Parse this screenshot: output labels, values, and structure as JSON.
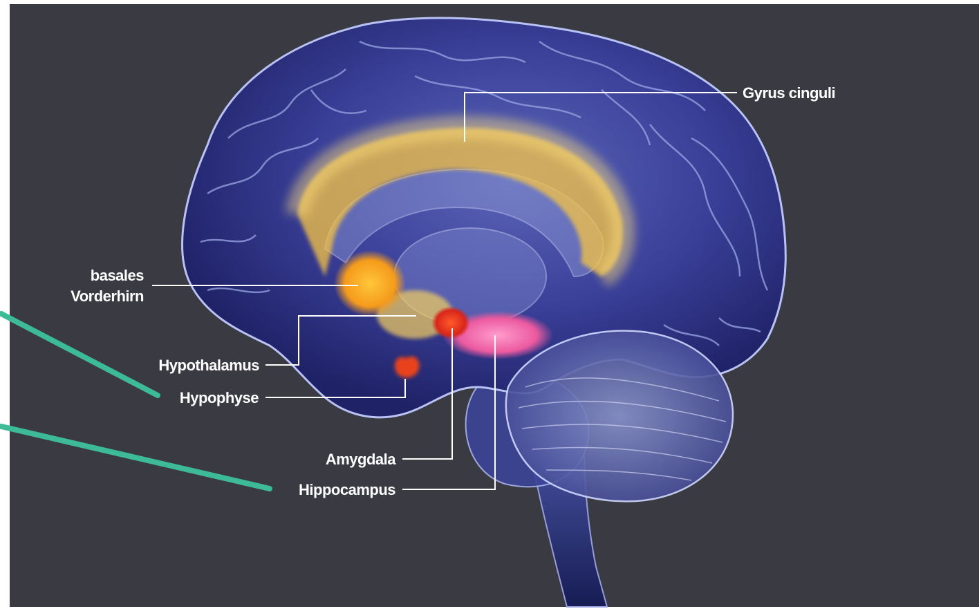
{
  "labels": {
    "gyrus_cinguli": "Gyrus cinguli",
    "basales_line1": "basales",
    "basales_line2": "Vorderhirn",
    "hypothalamus": "Hypothalamus",
    "hypophyse": "Hypophyse",
    "amygdala": "Amygdala",
    "hippocampus": "Hippocampus"
  },
  "colors": {
    "panel_background": "#3a3a42",
    "brain_tissue": "#2b2f7e",
    "gyrus_cinguli_highlight": "#f6c445",
    "basales_vorderhirn_highlight": "#f5a21d",
    "amygdala_highlight": "#e8321c",
    "hippocampus_highlight": "#f06aa8",
    "hypophyse_highlight": "#e8421c",
    "leader_line": "#ffffff",
    "annotation_pointer": "#3dbb96"
  }
}
